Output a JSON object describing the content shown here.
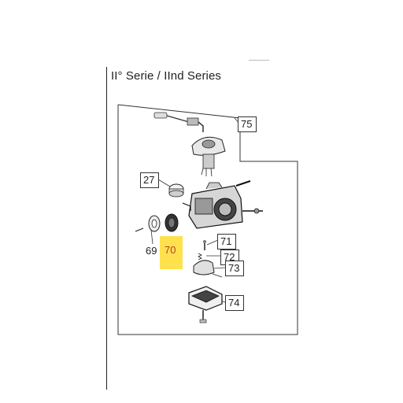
{
  "title": "II° Serie / IInd Series",
  "callouts": {
    "c75": "75",
    "c27": "27",
    "c69": "69",
    "c70": "70",
    "c71": "71",
    "c72": "72",
    "c73": "73",
    "c74": "74"
  },
  "highlight_color": "#ffe14d",
  "highlight_text_color": "#c0392b"
}
